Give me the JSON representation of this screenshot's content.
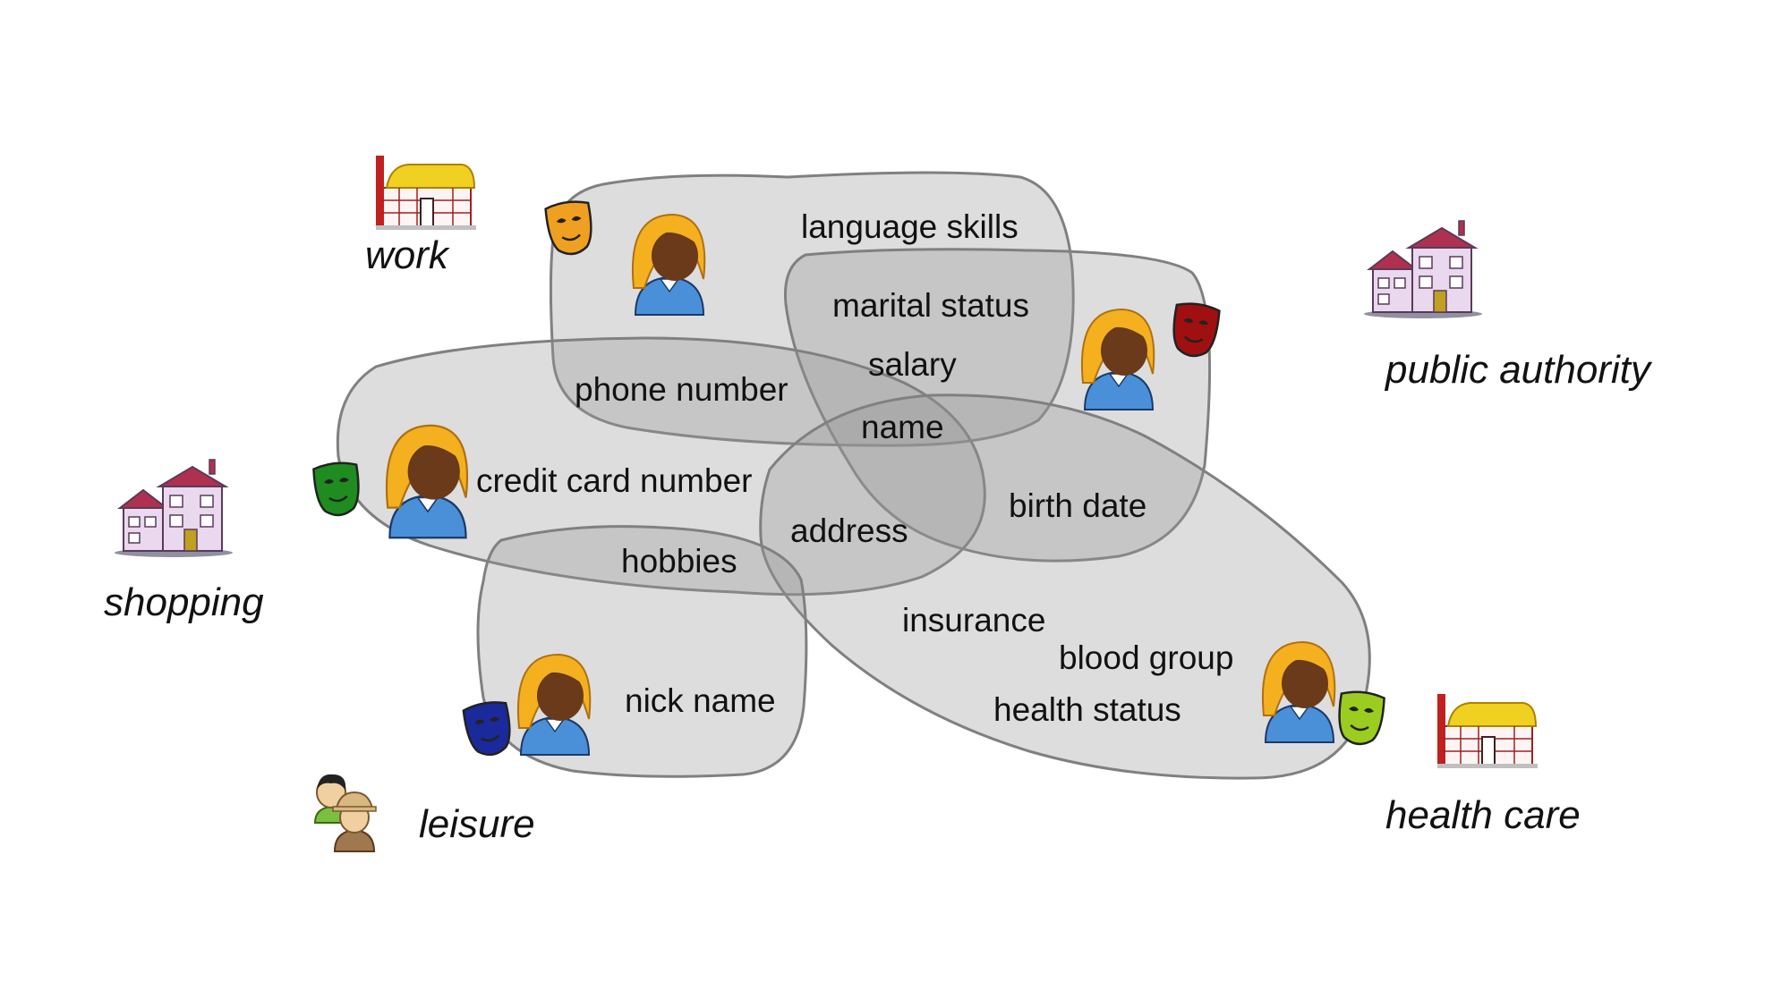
{
  "contexts": {
    "work": "work",
    "public_authority": "public authority",
    "shopping": "shopping",
    "leisure": "leisure",
    "health_care": "health care"
  },
  "attributes": {
    "language_skills": "language skills",
    "marital_status": "marital status",
    "salary": "salary",
    "phone_number": "phone number",
    "name": "name",
    "credit_card_number": "credit card number",
    "birth_date": "birth date",
    "address": "address",
    "hobbies": "hobbies",
    "insurance": "insurance",
    "blood_group": "blood group",
    "health_status": "health status",
    "nick_name": "nick name"
  },
  "icons": {
    "work": "office-building-icon",
    "public_authority": "town-hall-icon",
    "shopping": "shop-building-icon",
    "leisure": "people-group-icon",
    "health_care": "hospital-building-icon",
    "persona": "person-icon",
    "mask": "theater-mask-icon"
  },
  "colors": {
    "mask_work": "#f0a020",
    "mask_public_authority": "#a01010",
    "mask_shopping": "#1e8c1e",
    "mask_leisure": "#1a2a9a",
    "mask_health_care": "#9acd20",
    "hair": "#f5b020",
    "shirt": "#4a90d9",
    "skin": "#6b3a1a",
    "house_wall": "#e8d8e8",
    "house_roof": "#b03050",
    "shop_roof": "#f0d020"
  }
}
